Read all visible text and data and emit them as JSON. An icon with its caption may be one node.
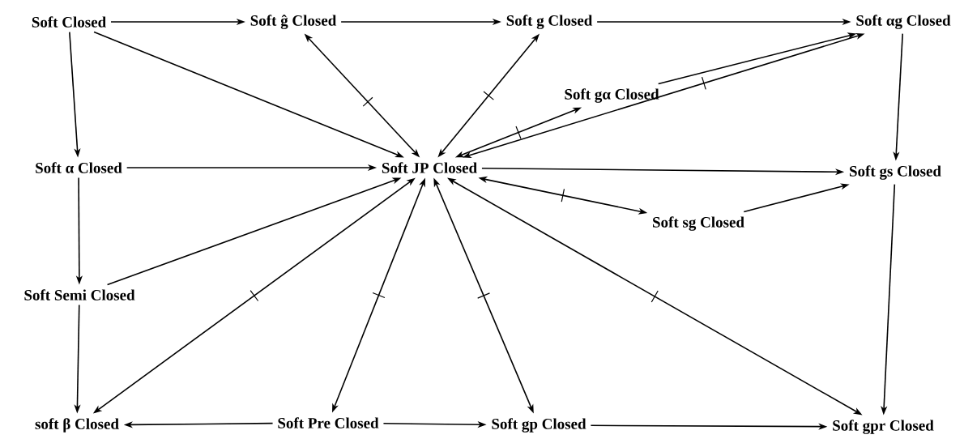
{
  "diagram": {
    "nodes": [
      {
        "text": [
          "Soft Closed"
        ]
      },
      {
        "text": [
          "Soft ĝ Closed"
        ]
      },
      {
        "text": [
          "Soft g Closed"
        ]
      },
      {
        "text": [
          "Soft αg Closed"
        ]
      },
      {
        "text": [
          "Soft gα Closed"
        ]
      },
      {
        "text": [
          "Soft α Closed"
        ]
      },
      {
        "text": [
          "Soft JP Closed"
        ]
      },
      {
        "text": [
          "Soft gs Closed"
        ]
      },
      {
        "text": [
          "Soft sg Closed"
        ]
      },
      {
        "text": [
          "Soft Semi Closed"
        ]
      },
      {
        "text": [
          "soft β Closed"
        ]
      },
      {
        "text": [
          "Soft Pre Closed"
        ]
      },
      {
        "text": [
          "Soft gp Closed"
        ]
      },
      {
        "text": [
          "Soft gpr Closed"
        ]
      }
    ],
    "edges": [
      {
        "from": 0,
        "to": 1,
        "arrow": "to"
      },
      {
        "from": 1,
        "to": 2,
        "arrow": "to"
      },
      {
        "from": 2,
        "to": 3,
        "arrow": "to"
      },
      {
        "from": 0,
        "to": 5,
        "arrow": "to"
      },
      {
        "from": 0,
        "to": 6,
        "arrow": "to"
      },
      {
        "from": 6,
        "to": 1,
        "arrow": "both"
      },
      {
        "from": 6,
        "to": 2,
        "arrow": "both"
      },
      {
        "from": 4,
        "to": 3,
        "arrow": "to"
      },
      {
        "from": 6,
        "to": 3,
        "arrow": "both"
      },
      {
        "from": 6,
        "to": 4,
        "arrow": "both"
      },
      {
        "from": 3,
        "to": 7,
        "arrow": "to"
      },
      {
        "from": 5,
        "to": 6,
        "arrow": "to"
      },
      {
        "from": 6,
        "to": 7,
        "arrow": "to"
      },
      {
        "from": 6,
        "to": 8,
        "arrow": "both"
      },
      {
        "from": 8,
        "to": 7,
        "arrow": "to"
      },
      {
        "from": 5,
        "to": 9,
        "arrow": "to"
      },
      {
        "from": 9,
        "to": 6,
        "arrow": "to"
      },
      {
        "from": 9,
        "to": 10,
        "arrow": "to"
      },
      {
        "from": 6,
        "to": 10,
        "arrow": "both"
      },
      {
        "from": 6,
        "to": 11,
        "arrow": "both"
      },
      {
        "from": 6,
        "to": 12,
        "arrow": "both"
      },
      {
        "from": 6,
        "to": 13,
        "arrow": "both"
      },
      {
        "from": 7,
        "to": 13,
        "arrow": "to"
      },
      {
        "from": 11,
        "to": 10,
        "arrow": "to"
      },
      {
        "from": 11,
        "to": 12,
        "arrow": "to"
      },
      {
        "from": 12,
        "to": 13,
        "arrow": "to"
      }
    ]
  }
}
